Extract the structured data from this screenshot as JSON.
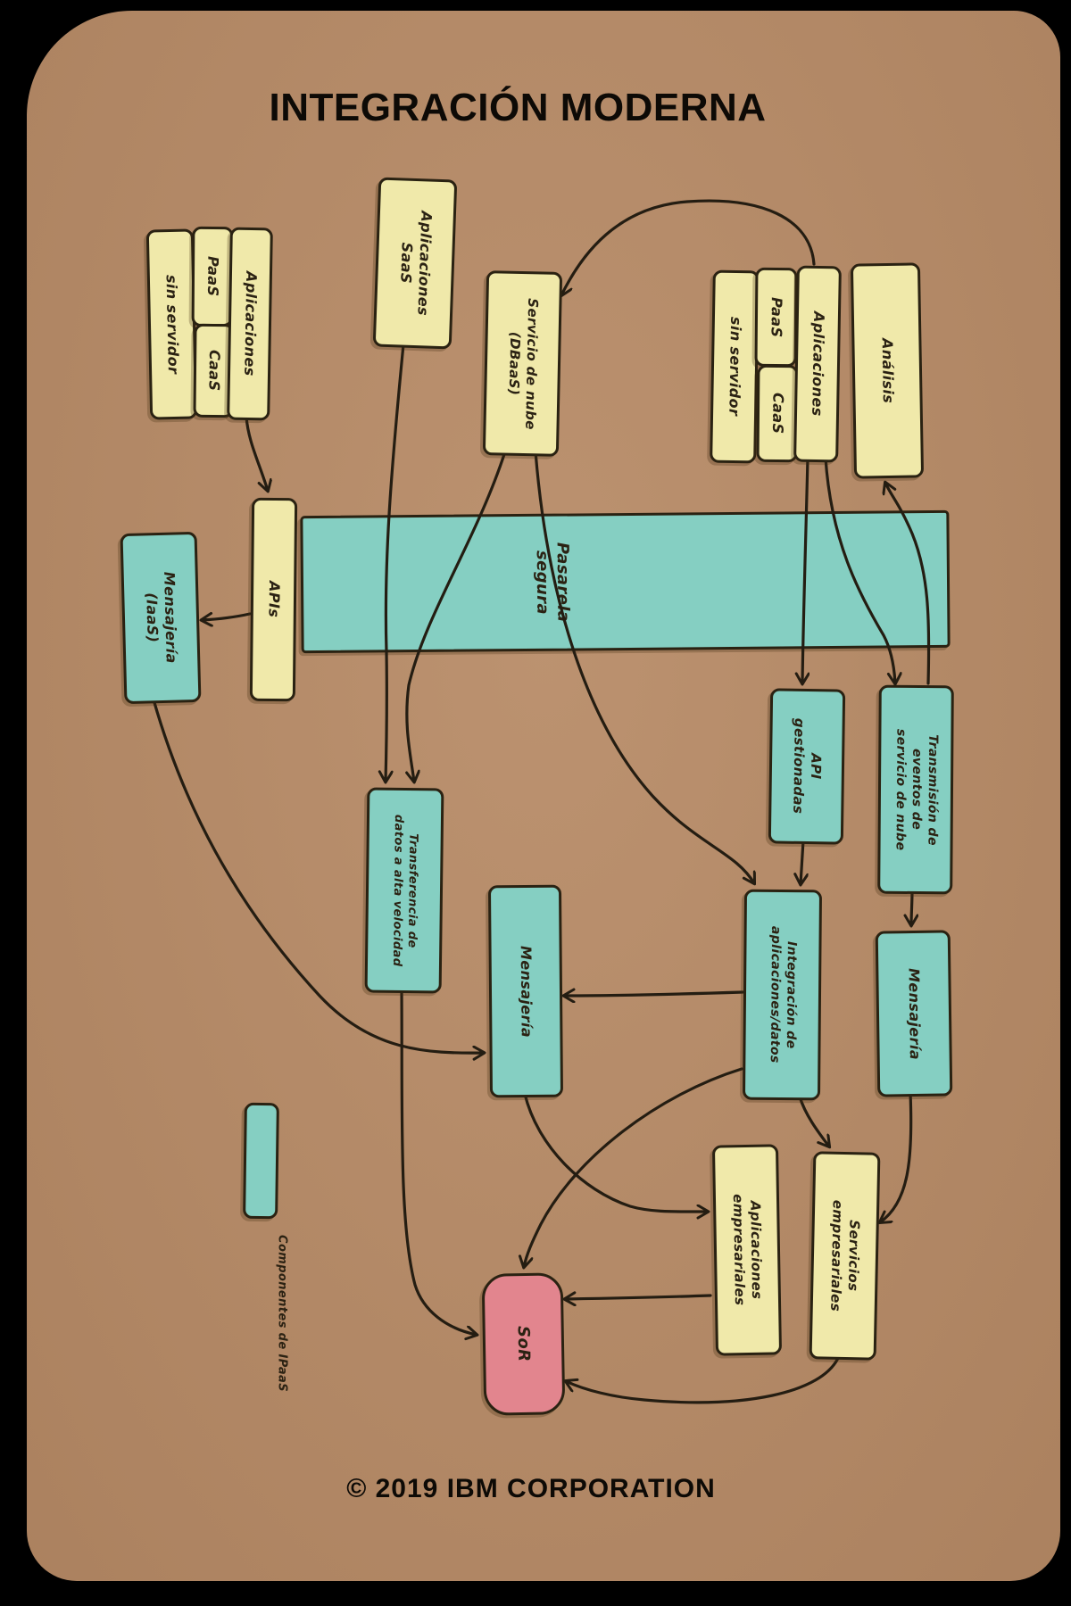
{
  "title": "INTEGRACIÓN MODERNA",
  "footer": "© 2019 IBM CORPORATION",
  "legend": {
    "label": "Componentes de IPaaS"
  },
  "colors": {
    "frame": "#000000",
    "background": "#b88c68",
    "yellow": "#f0e9aa",
    "teal": "#85cfc2",
    "pink": "#e2858e",
    "ink": "#241d12"
  },
  "nodes": {
    "g1_aplicaciones": {
      "label": "Aplicaciones"
    },
    "g1_paas": {
      "label": "PaaS"
    },
    "g1_caas": {
      "label": "CaaS"
    },
    "g1_sin_servidor": {
      "label": "sin servidor"
    },
    "saas": {
      "label": "Aplicaciones\nSaaS"
    },
    "dbaas": {
      "label": "Servicio de nube\n(DBaaS)"
    },
    "g2_aplicaciones": {
      "label": "Aplicaciones"
    },
    "g2_paas": {
      "label": "PaaS"
    },
    "g2_caas": {
      "label": "CaaS"
    },
    "g2_sin_servidor": {
      "label": "sin servidor"
    },
    "analisis": {
      "label": "Análisis"
    },
    "pasarela": {
      "label": "Pasarela\nsegura"
    },
    "apis": {
      "label": "APIs"
    },
    "mensajeria_iaas": {
      "label": "Mensajería\n(IaaS)"
    },
    "api_gestionadas": {
      "label": "API\ngestionadas"
    },
    "transmision_eventos": {
      "label": "Transmisión de\neventos de\nservicio de nube"
    },
    "mensajeria_nube": {
      "label": "Mensajería"
    },
    "integracion": {
      "label": "Integración de\naplicaciones/datos"
    },
    "transferencia": {
      "label": "Transferencia de\ndatos a alta velocidad"
    },
    "mensajeria_centro": {
      "label": "Mensajería"
    },
    "aplicaciones_empresariales": {
      "label": "Aplicaciones\nempresariales"
    },
    "servicios_empresariales": {
      "label": "Servicios\nempresariales"
    },
    "sor": {
      "label": "SoR"
    }
  }
}
